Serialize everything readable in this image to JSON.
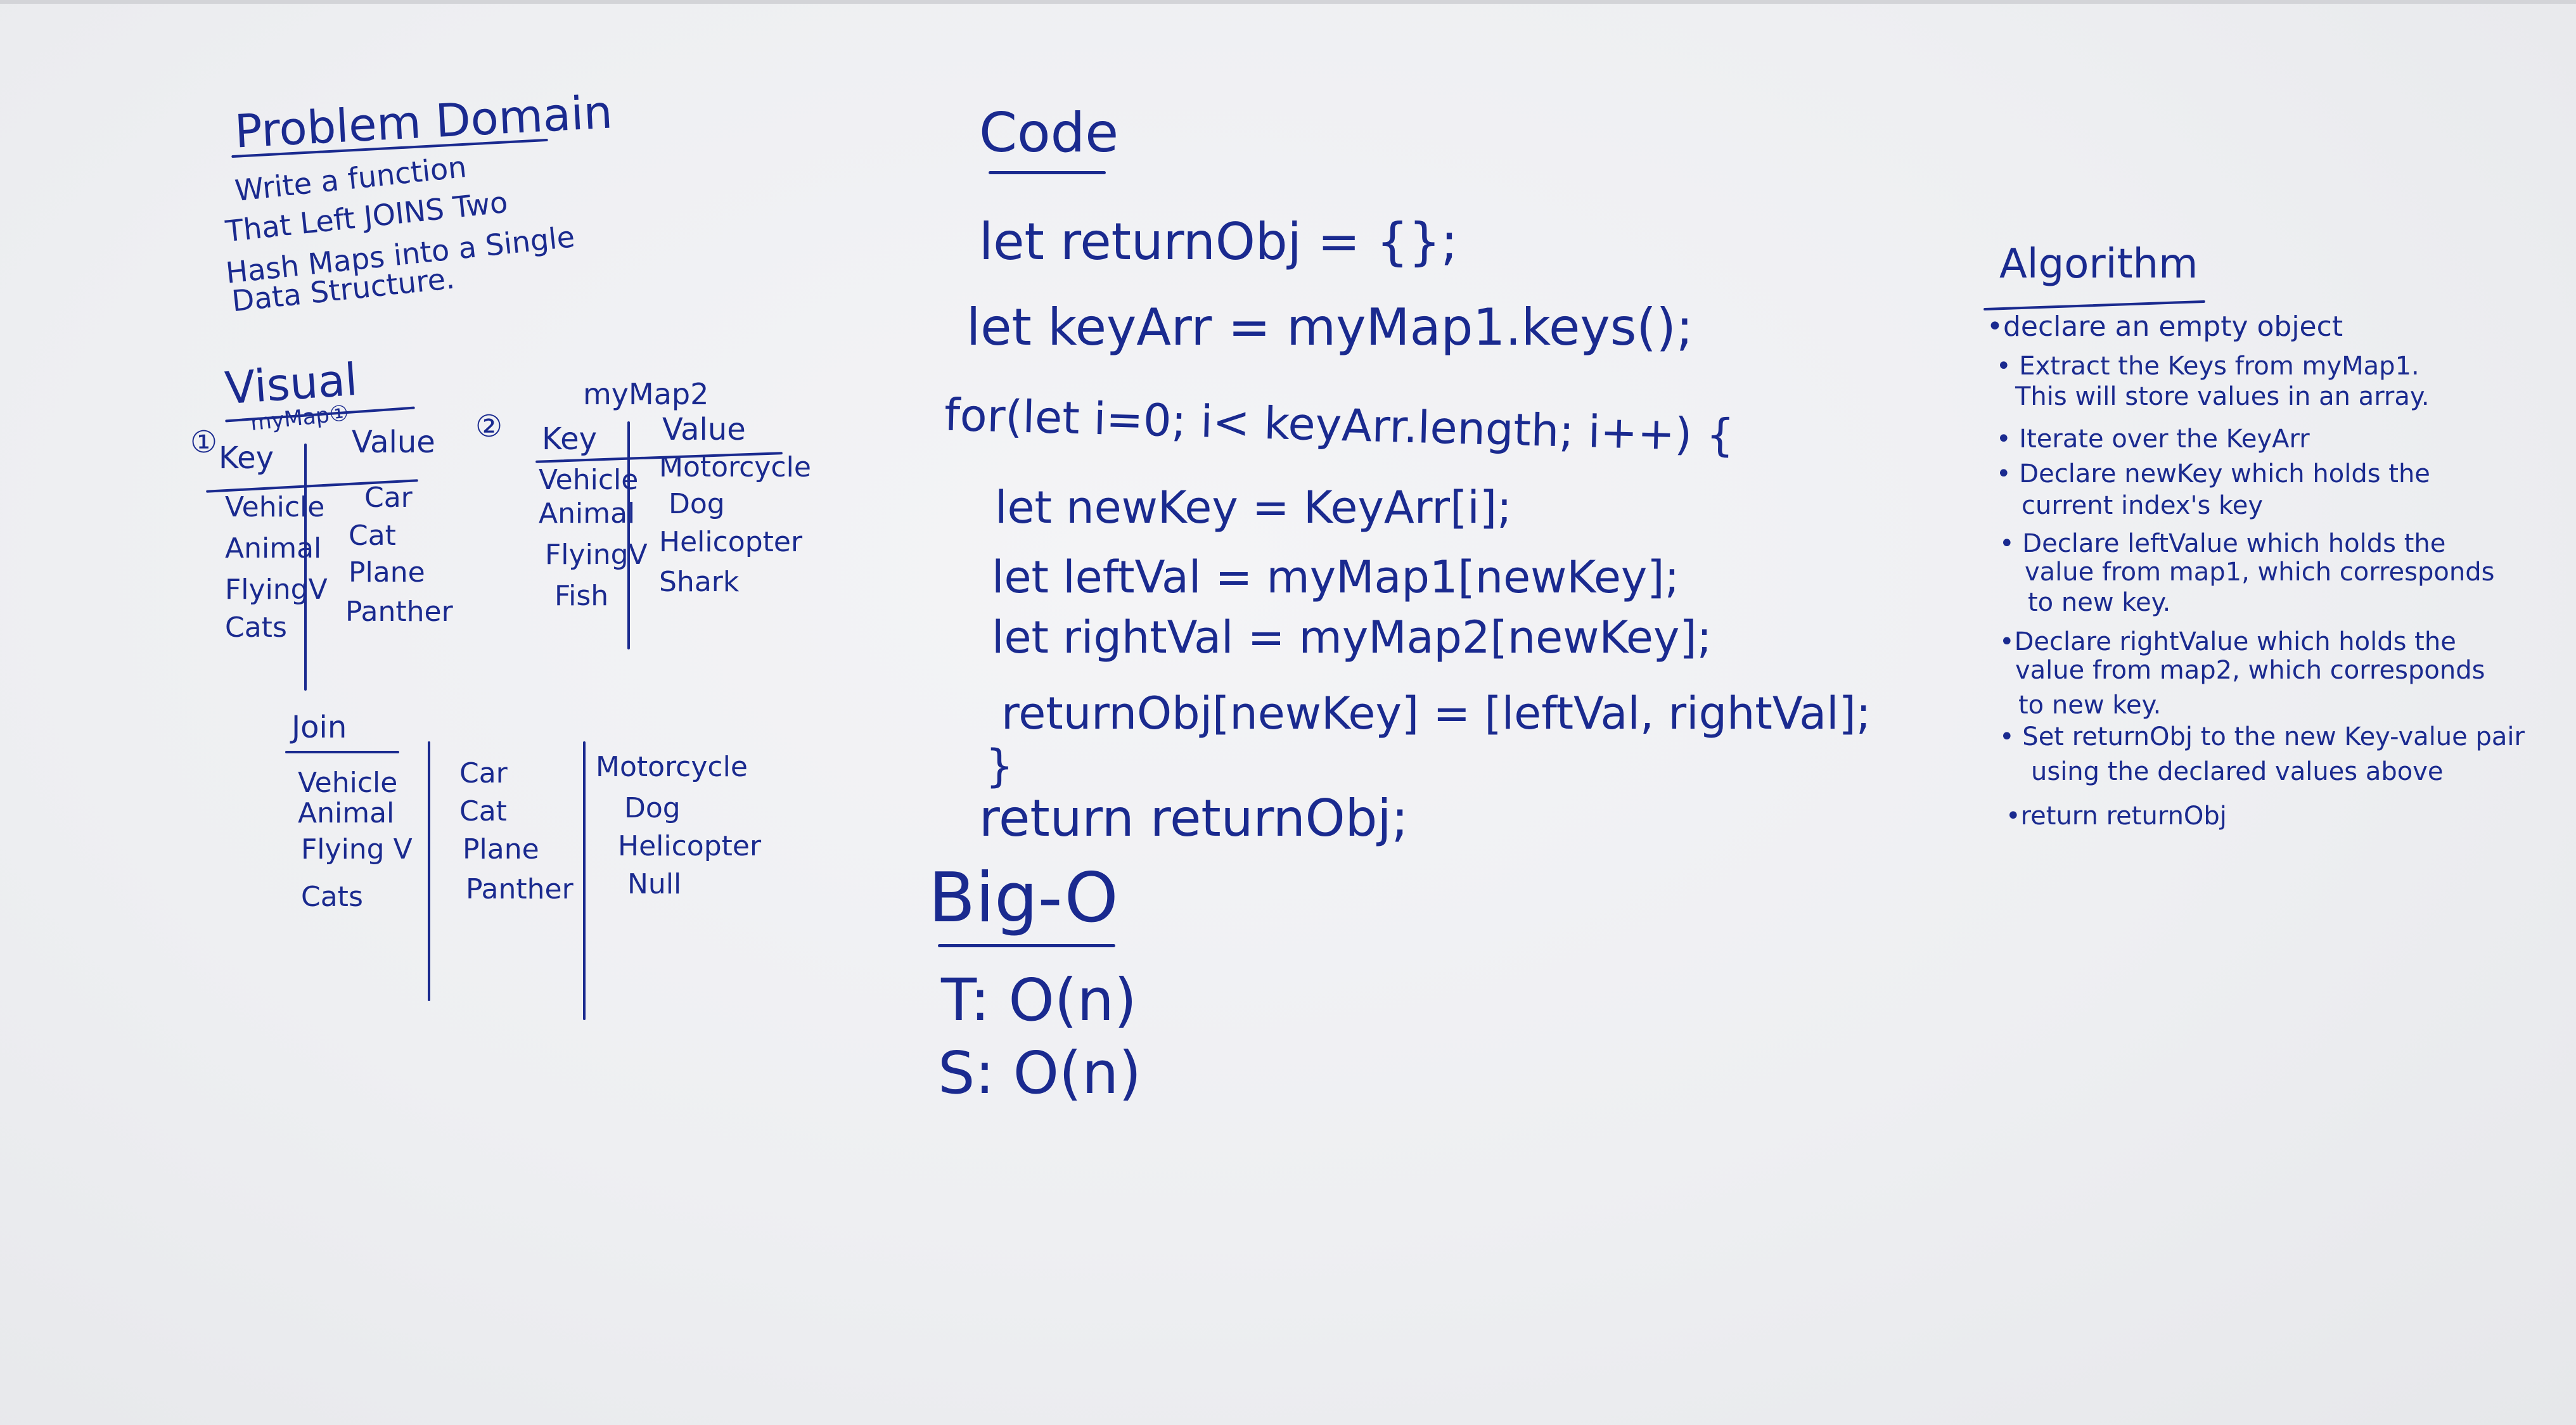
{
  "problem": {
    "title": "Problem Domain",
    "lines": [
      "Write a function",
      "That Left JOINS Two",
      "Hash Maps into a Single",
      "Data Structure."
    ]
  },
  "visual": {
    "title": "Visual",
    "map1": {
      "marker": "①",
      "label": "myMap①",
      "key_header": "Key",
      "value_header": "Value",
      "keys": [
        "Vehicle",
        "Animal",
        "FlyingV",
        "Cats"
      ],
      "values": [
        "Car",
        "Cat",
        "Plane",
        "Panther"
      ]
    },
    "map2": {
      "marker": "②",
      "label": "myMap2",
      "key_header": "Key",
      "value_header": "Value",
      "keys": [
        "Vehicle",
        "Animal",
        "FlyingV",
        "Fish"
      ],
      "values": [
        "Motorcycle",
        "Dog",
        "Helicopter",
        "Shark"
      ]
    },
    "join": {
      "title": "Join",
      "keys": [
        "Vehicle",
        "Animal",
        "Flying V",
        "Cats"
      ],
      "left": [
        "Car",
        "Cat",
        "Plane",
        "Panther"
      ],
      "right": [
        "Motorcycle",
        "Dog",
        "Helicopter",
        "Null"
      ]
    }
  },
  "code": {
    "title": "Code",
    "lines": [
      "let returnObj = {};",
      "let keyArr = myMap1.keys();",
      "for(let i=0; i< keyArr.length; i++) {",
      "let newKey = KeyArr[i];",
      "let leftVal = myMap1[newKey];",
      "let rightVal = myMap2[newKey];",
      "returnObj[newKey] = [leftVal, rightVal];",
      "}",
      "return returnObj;"
    ]
  },
  "bigo": {
    "title": "Big-O",
    "time": "T: O(n)",
    "space": "S: O(n)"
  },
  "algorithm": {
    "title": "Algorithm",
    "steps": [
      [
        "•declare an empty object"
      ],
      [
        "• Extract the Keys from myMap1.",
        "This will store values in an array."
      ],
      [
        "• Iterate over the KeyArr"
      ],
      [
        "• Declare newKey which holds the",
        "current index's key"
      ],
      [
        "• Declare leftValue which holds the",
        "value from map1, which corresponds",
        "to new key."
      ],
      [
        "•Declare rightValue which holds the",
        "value from map2, which corresponds",
        "to new key."
      ],
      [
        "• Set returnObj to the new Key-value pair",
        "using the declared values above"
      ],
      [
        "•return returnObj"
      ]
    ]
  },
  "colors": {
    "ink": "#1a2a8f",
    "board": "#eeeff2"
  }
}
